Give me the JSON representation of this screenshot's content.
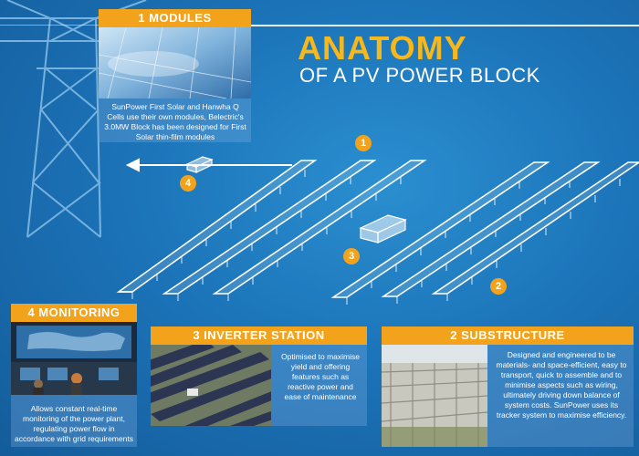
{
  "title": {
    "main": "ANATOMY",
    "sub": "OF A PV POWER BLOCK"
  },
  "panels": {
    "modules": {
      "heading": "1 MODULES",
      "text": "SunPower First Solar and Hanwha Q Cells use their own modules, Belectric's 3.0MW Block has been designed for First Solar thin-film modules"
    },
    "monitoring": {
      "heading": "4 MONITORING",
      "text": "Allows constant real-time monitoring of the power plant, regulating power flow in accordance with grid requirements"
    },
    "inverter": {
      "heading": "3 INVERTER STATION",
      "text": "Optimised to maximise yield and offering features such as reactive power and ease of maintenance"
    },
    "substructure": {
      "heading": "2 SUBSTRUCTURE",
      "text": "Designed and engineered to be materials- and space-efficient, easy to transport, quick to assemble and to minimise aspects such as wiring, ultimately driving down balance of system costs. SunPower uses its tracker system to maximise efficiency."
    }
  },
  "markers": [
    "1",
    "2",
    "3",
    "4"
  ],
  "colors": {
    "background": "#1c74b9",
    "accent": "#f2a31b",
    "title": "#f6b81a"
  }
}
